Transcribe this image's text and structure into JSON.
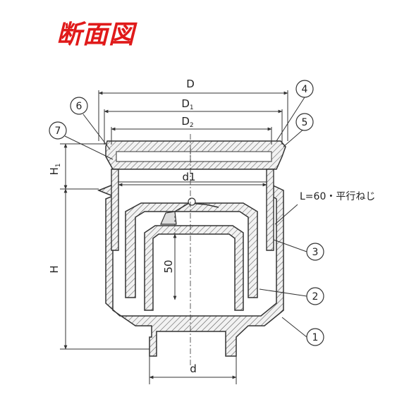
{
  "title": "断面図",
  "dimensions": {
    "D": "D",
    "D1": "D",
    "D1_sub": "1",
    "D2": "D",
    "D2_sub": "2",
    "d1": "d1",
    "H": "H",
    "H1": "H",
    "H1_sub": "1",
    "d": "d",
    "depth": "50"
  },
  "note": "L=60・平行ねじ",
  "callouts": [
    "1",
    "2",
    "3",
    "4",
    "5",
    "6",
    "7"
  ]
}
